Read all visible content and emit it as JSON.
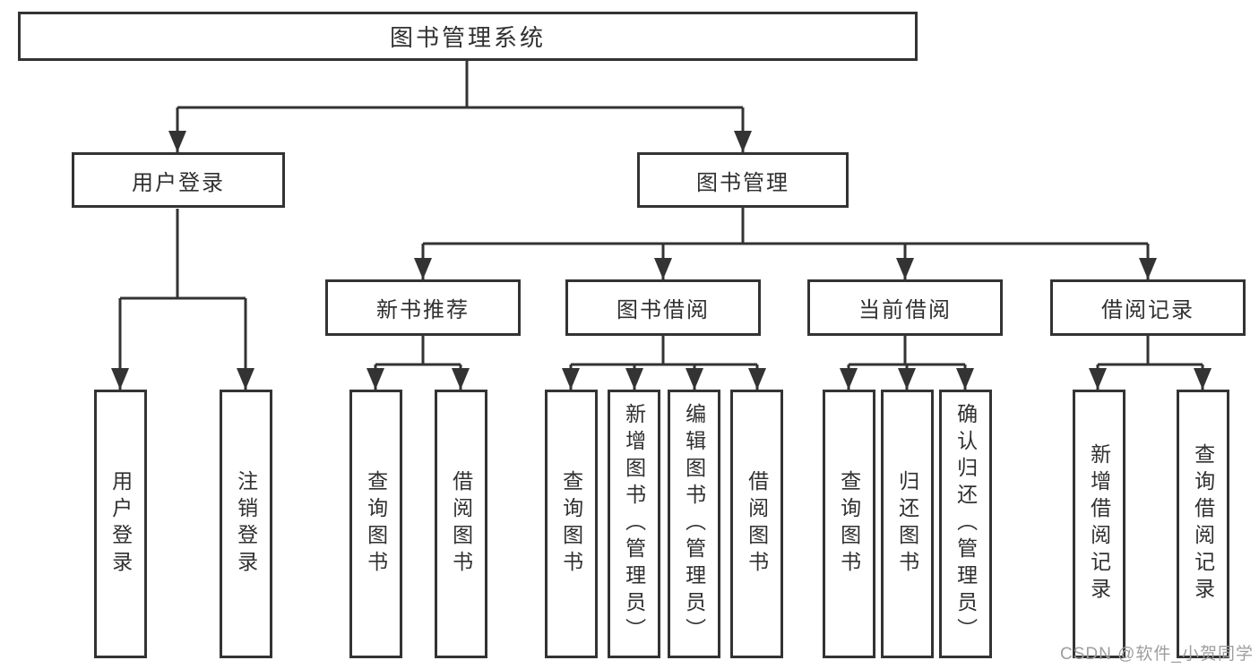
{
  "nodes": {
    "root": "图书管理系统",
    "level2": [
      "用户登录",
      "图书管理"
    ],
    "level3": [
      "新书推荐",
      "图书借阅",
      "当前借阅",
      "借阅记录"
    ],
    "leaves": [
      [
        "用户登录",
        "注销登录"
      ],
      [
        "查询图书",
        "借阅图书"
      ],
      [
        "查询图书",
        "新增图书（管理员）",
        "编辑图书（管理员）",
        "借阅图书"
      ],
      [
        "查询图书",
        "归还图书",
        "确认归还（管理员）"
      ],
      [
        "新增借阅记录",
        "查询借阅记录"
      ]
    ]
  },
  "watermark": "CSDN @软件_小贺同学",
  "colors": {
    "line": "#333333",
    "text": "#303030",
    "watermark": "#9e9e9e",
    "background": "#ffffff"
  }
}
